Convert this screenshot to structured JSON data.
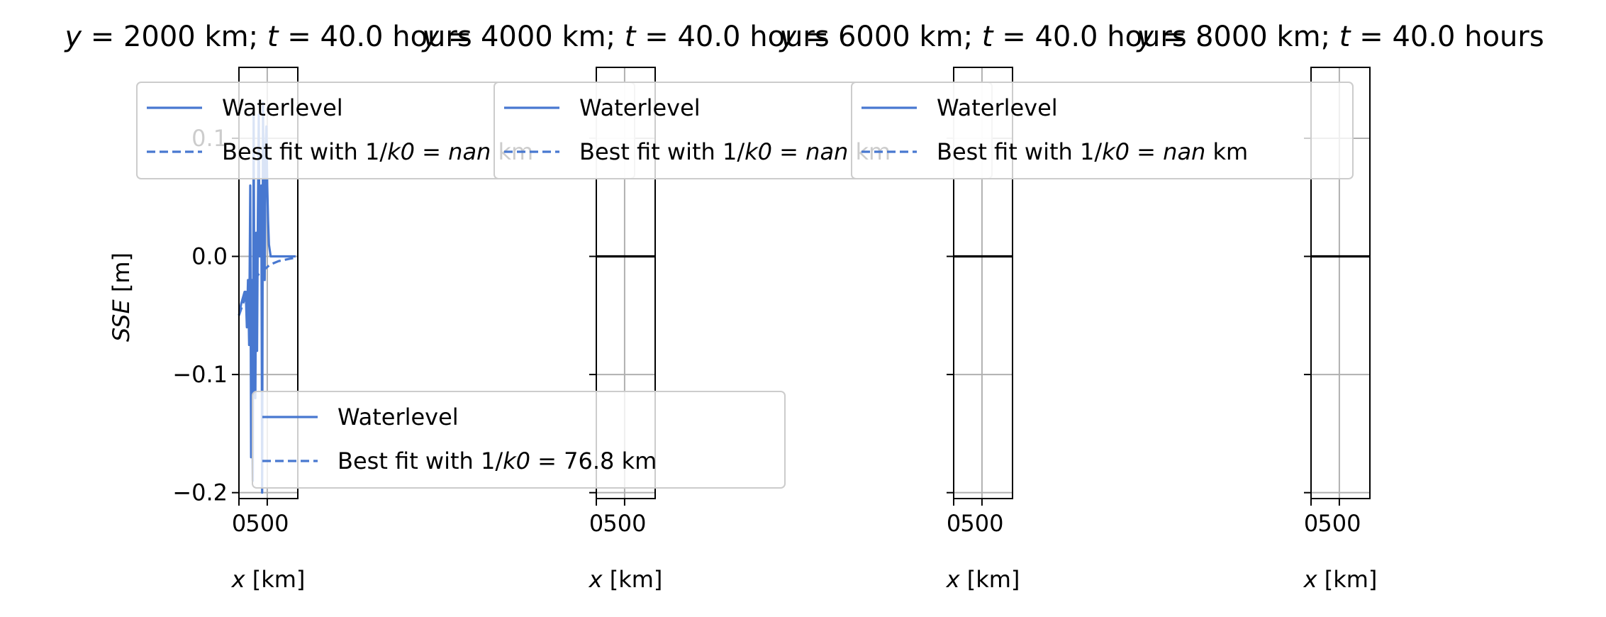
{
  "chart_data": [
    {
      "type": "line",
      "title": "y = 2000 km; t = 40.0 hours",
      "xlabel": "x [km]",
      "ylabel": "SSE [m]",
      "xlim": [
        0,
        1040
      ],
      "ylim": [
        -0.205,
        0.16
      ],
      "xticks": [
        "0",
        "500"
      ],
      "yticks": [
        "0.1",
        "0.0",
        "−0.1",
        "−0.2"
      ],
      "grid": true,
      "series": [
        {
          "name": "Waterlevel",
          "style": "solid",
          "x": [
            0,
            40,
            70,
            100,
            120,
            140,
            160,
            180,
            200,
            215,
            230,
            245,
            260,
            275,
            290,
            305,
            320,
            335,
            350,
            365,
            380,
            395,
            410,
            425,
            440,
            455,
            470,
            485,
            500,
            515,
            530,
            545,
            560,
            575,
            590,
            610,
            640,
            680,
            720,
            780,
            850,
            920,
            1000
          ],
          "y": [
            -0.05,
            -0.04,
            -0.035,
            -0.03,
            -0.03,
            -0.06,
            -0.02,
            -0.075,
            0.06,
            -0.17,
            -0.02,
            -0.19,
            0.12,
            -0.1,
            -0.12,
            0.02,
            -0.08,
            0.04,
            0.12,
            0.0,
            0.02,
            0.06,
            -0.2,
            0.13,
            0.02,
            -0.02,
            0.09,
            0.11,
            0.06,
            0.03,
            0.01,
            0.005,
            0.0,
            0.0,
            0.0,
            0.0,
            0.0,
            0.0,
            0.0,
            0.0,
            0.0,
            0.0,
            0.0
          ]
        },
        {
          "name": "Best fit with 1/k0 = 76.8 km",
          "style": "dashed",
          "x": [
            0,
            50,
            100,
            150,
            200,
            250,
            300,
            350,
            400,
            450,
            500,
            550,
            600,
            700,
            800,
            900,
            1000
          ],
          "y": [
            -0.05,
            -0.043,
            -0.036,
            -0.03,
            -0.025,
            -0.021,
            -0.018,
            -0.015,
            -0.013,
            -0.011,
            -0.009,
            -0.007,
            -0.006,
            -0.004,
            -0.003,
            -0.002,
            -0.001
          ]
        }
      ]
    },
    {
      "type": "line",
      "title": "y = 4000 km; t = 40.0 hours",
      "xlabel": "x [km]",
      "xlim": [
        0,
        1040
      ],
      "ylim": [
        -0.205,
        0.16
      ],
      "xticks": [
        "0",
        "500"
      ],
      "grid": true,
      "series": [
        {
          "name": "Waterlevel",
          "style": "solid",
          "x": [
            0,
            1040
          ],
          "y": [
            0,
            0
          ]
        },
        {
          "name": "Best fit with 1/k0 = nan km",
          "style": "dashed",
          "x": [],
          "y": []
        }
      ]
    },
    {
      "type": "line",
      "title": "y = 6000 km; t = 40.0 hours",
      "xlabel": "x [km]",
      "xlim": [
        0,
        1040
      ],
      "ylim": [
        -0.205,
        0.16
      ],
      "xticks": [
        "0",
        "500"
      ],
      "grid": true,
      "series": [
        {
          "name": "Waterlevel",
          "style": "solid",
          "x": [
            0,
            1040
          ],
          "y": [
            0,
            0
          ]
        },
        {
          "name": "Best fit with 1/k0 = nan km",
          "style": "dashed",
          "x": [],
          "y": []
        }
      ]
    },
    {
      "type": "line",
      "title": "y = 8000 km; t = 40.0 hours",
      "xlabel": "x [km]",
      "xlim": [
        0,
        1040
      ],
      "ylim": [
        -0.205,
        0.16
      ],
      "xticks": [
        "0",
        "500"
      ],
      "grid": true,
      "series": [
        {
          "name": "Waterlevel",
          "style": "solid",
          "x": [
            0,
            1040
          ],
          "y": [
            0,
            0
          ]
        },
        {
          "name": "Best fit with 1/k0 = nan km",
          "style": "dashed",
          "x": [],
          "y": []
        }
      ]
    }
  ],
  "colors": {
    "series": "#4878d0",
    "grid": "#b0b0b0",
    "axis": "#000000",
    "legend_border": "#cccccc"
  },
  "legends": [
    {
      "panel": 1,
      "labels": [
        "Waterlevel",
        "Best fit with 1/k0 = nan km"
      ]
    },
    {
      "panel": 2,
      "labels": [
        "Waterlevel",
        "Best fit with 1/k0 = nan km"
      ]
    },
    {
      "panel": 3,
      "labels": [
        "Waterlevel",
        "Best fit with 1/k0 = nan km"
      ]
    },
    {
      "panel": 0,
      "labels": [
        "Waterlevel",
        "Best fit with 1/k0 = 76.8 km"
      ]
    }
  ]
}
